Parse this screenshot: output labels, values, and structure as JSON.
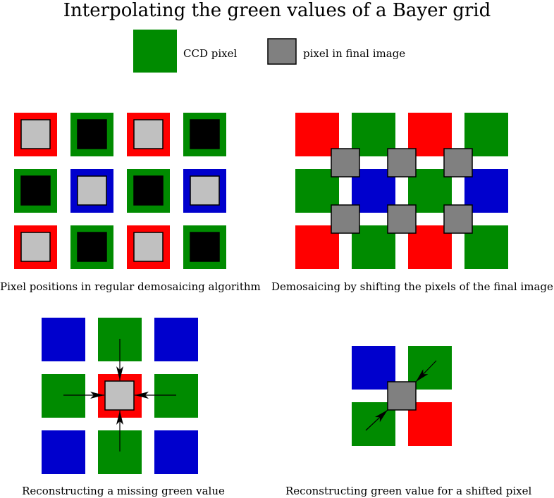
{
  "title": "Interpolating the green values of a Bayer grid",
  "legend": {
    "ccd_label": "CCD pixel",
    "final_label": "pixel in final image"
  },
  "colors": {
    "red": "#ff0000",
    "green": "#008b00",
    "blue": "#0000cd",
    "light_gray": "#c0c0c0",
    "black": "#000000",
    "gray": "#808080"
  },
  "captions": {
    "regular": "Pixel positions in regular demosaicing algorithm",
    "shifted": "Demosaicing by shifting the pixels of the final image",
    "missing": "Reconstructing a missing green value",
    "shifted_pixel": "Reconstructing green value for a shifted pixel"
  },
  "grids": {
    "bayer_3x4": [
      [
        "red",
        "green",
        "red",
        "green"
      ],
      [
        "green",
        "blue",
        "green",
        "blue"
      ],
      [
        "red",
        "green",
        "red",
        "green"
      ]
    ],
    "bayer_3x3": [
      [
        "blue",
        "green",
        "blue"
      ],
      [
        "green",
        "red",
        "green"
      ],
      [
        "blue",
        "green",
        "blue"
      ]
    ],
    "bayer_2x2": [
      [
        "blue",
        "green"
      ],
      [
        "green",
        "red"
      ]
    ]
  }
}
